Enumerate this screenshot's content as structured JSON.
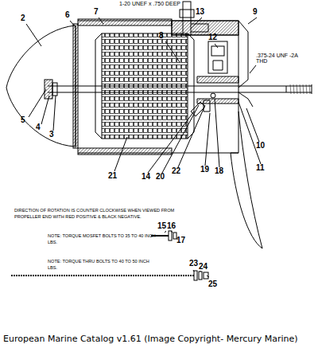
{
  "diagram": {
    "caption": "European Marine Catalog v1.61 (Image Copyright- Mercury Marine)",
    "labels": [
      "1-20 UNEF x .750 DEEP",
      "2",
      "6",
      "7",
      "13",
      "8",
      "12",
      "9",
      ".375-24 UNF -2A THD",
      "5",
      "4",
      "3",
      "21",
      "14",
      "20",
      "22",
      "19",
      "18",
      "10",
      "11",
      "DIRECTION OF ROTATION IS COUNTER CLOCKWISE WHEN VIEWED FROM PROPELLER END WITH RED POSITIVE & BLACK NEGATIVE.",
      "15",
      "16",
      "17",
      "NOTE: TORQUE MOSFET BOLTS TO 35 TO 40 INCH LBS.",
      "NOTE: TORQUE THRU BOLTS TO 40 TO 50 INCH LBS.",
      "23",
      "24",
      "25"
    ]
  }
}
